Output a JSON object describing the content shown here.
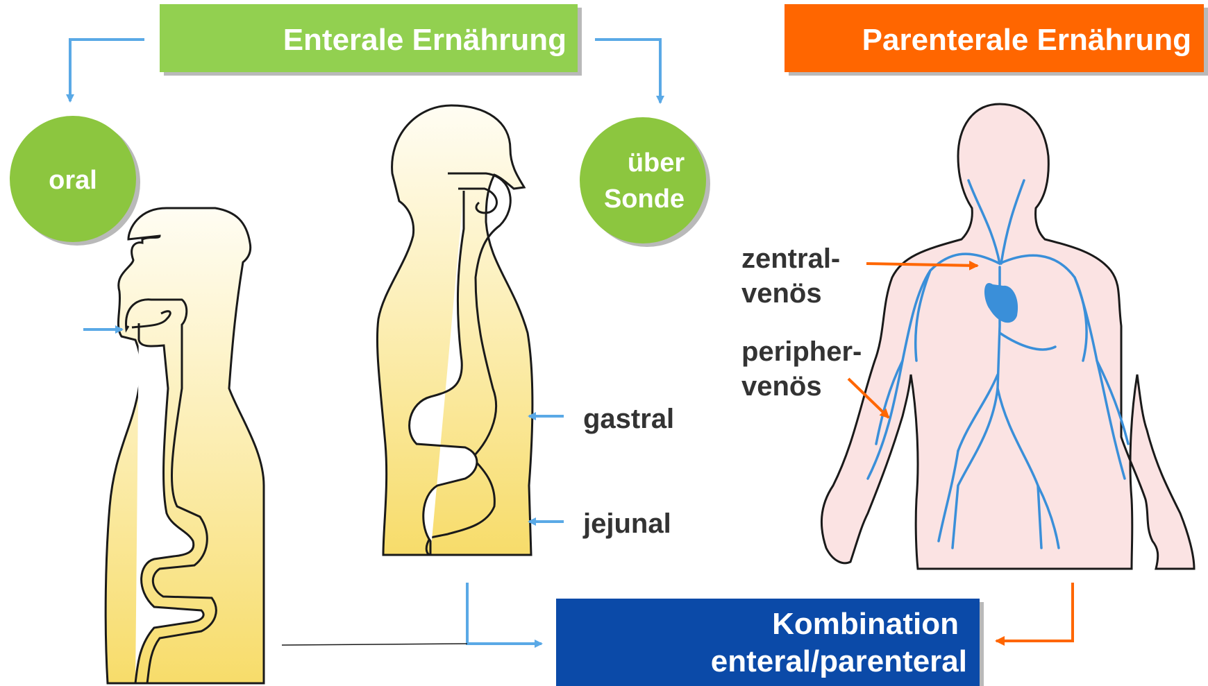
{
  "boxes": {
    "enteral": {
      "label": "Enterale Ernährung",
      "color": "#92d050"
    },
    "parenteral": {
      "label": "Parenterale Ernährung",
      "color": "#ff6600"
    },
    "combination": {
      "line1": "Kombination",
      "line2": "enteral/parenteral",
      "color": "#0b4aa8"
    }
  },
  "circles": {
    "oral": {
      "label": "oral",
      "color": "#8cc63f"
    },
    "sonde": {
      "line1": "über",
      "line2": "Sonde",
      "color": "#8cc63f"
    }
  },
  "labels": {
    "gastral": "gastral",
    "jejunal": "jejunal",
    "zentral1": "zentral-",
    "zentral2": "venös",
    "peripher1": "peripher-",
    "peripher2": "venös"
  },
  "colors": {
    "arrow_blue": "#5aa9e6",
    "arrow_orange": "#ff6600",
    "vein_blue": "#3a8fd9",
    "body_pink": "#fbe3e3",
    "torso_yellow": "#f8e07a"
  }
}
